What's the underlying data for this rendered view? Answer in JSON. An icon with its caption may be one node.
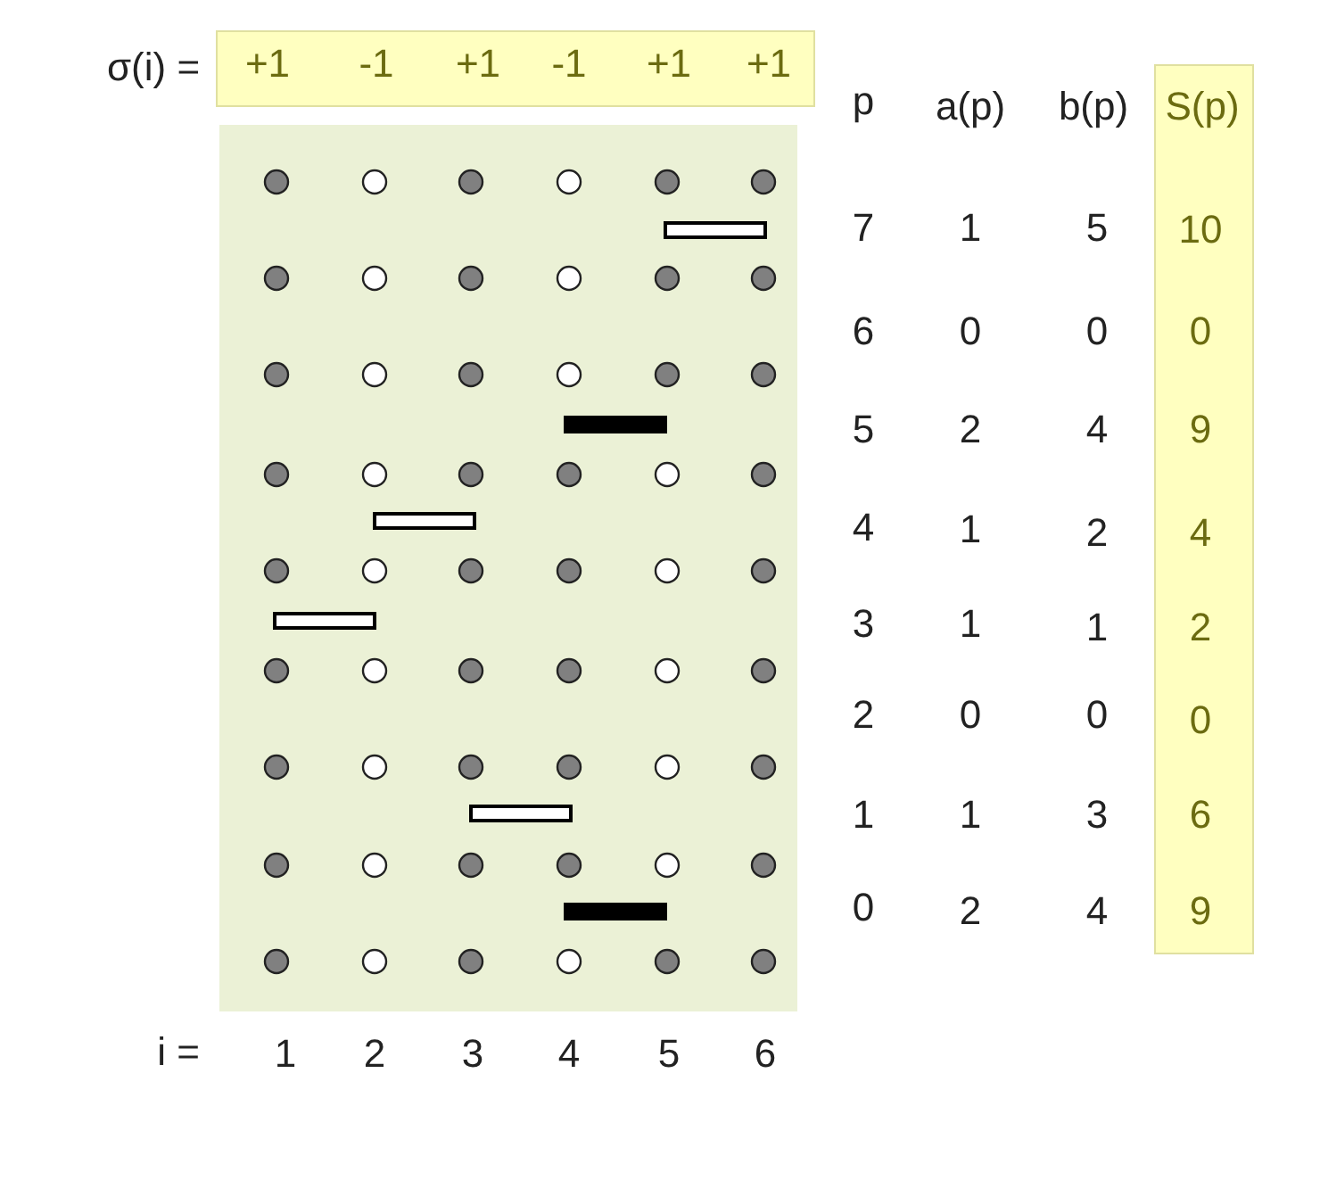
{
  "diagram": {
    "labels": [
      "σ(i) =",
      "+1",
      "-1",
      "+1",
      "-1",
      "+1",
      "+1",
      "p",
      "a(p)",
      "b(p)",
      "S(p)",
      "7",
      "1",
      "5",
      "10",
      "6",
      "0",
      "0",
      "0",
      "5",
      "2",
      "4",
      "9",
      "4",
      "1",
      "2",
      "4",
      "3",
      "1",
      "1",
      "2",
      "2",
      "0",
      "0",
      "0",
      "1",
      "1",
      "3",
      "6",
      "0",
      "2",
      "4",
      "9",
      "i =",
      "1",
      "2",
      "3",
      "4",
      "5",
      "6"
    ]
  }
}
